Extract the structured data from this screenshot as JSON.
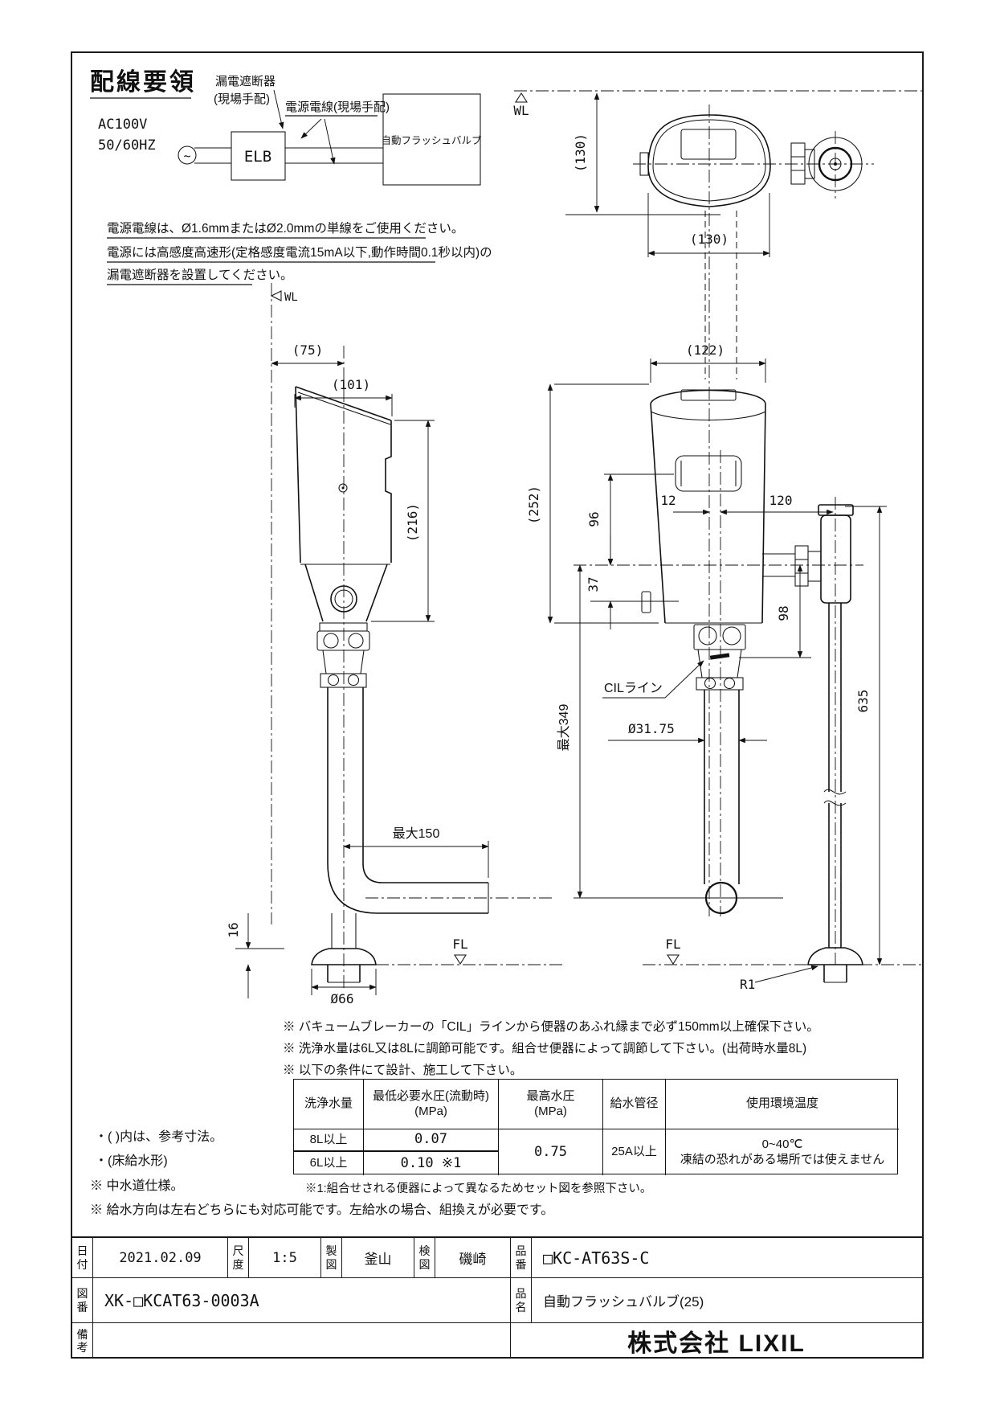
{
  "wiring": {
    "title": "配線要領",
    "breaker_label1": "漏電遮断器",
    "breaker_label2": "(現場手配)",
    "cable_label": "電源電線(現場手配)",
    "source1": "AC100V",
    "source2": "50/60HZ",
    "source_sym": "~",
    "elb": "ELB",
    "valve_box": "自動フラッシュバルブ",
    "note1": "電源電線は、Ø1.6mmまたはØ2.0mmの単線をご使用ください。",
    "note2": "電源には高感度高速形(定格感度電流15mA以下,動作時間0.1秒以内)の",
    "note3": "漏電遮断器を設置してください。"
  },
  "views": {
    "top": {
      "wl": "WL",
      "h130": "(130)",
      "w130": "(130)"
    },
    "side": {
      "wl": "WL",
      "d75": "(75)",
      "d101": "(101)",
      "d216": "(216)",
      "max150": "最大150",
      "d16": "16",
      "d66": "Ø66",
      "fl": "FL"
    },
    "front": {
      "d122": "(122)",
      "d252": "(252)",
      "d96": "96",
      "d12": "12",
      "d120": "120",
      "d37": "37",
      "d98": "98",
      "cil": "CILライン",
      "d3175": "Ø31.75",
      "max349": "最大349",
      "d635": "635",
      "r1": "R1",
      "fl": "FL"
    }
  },
  "notes": {
    "n1": "※ バキュームブレーカーの「CIL」ラインから便器のあふれ縁まで必ず150mm以上確保下さい。",
    "n2": "※ 洗浄水量は6L又は8Lに調節可能です。組合せ便器によって調節して下さい。(出荷時水量8L)",
    "n3": "※ 以下の条件にて設計、施工して下さい。"
  },
  "spec_table": {
    "headers": {
      "c1": "洗浄水量",
      "c2a": "最低必要水圧(流動時)",
      "c2b": "(MPa)",
      "c3a": "最高水圧",
      "c3b": "(MPa)",
      "c4": "給水管径",
      "c5": "使用環境温度"
    },
    "rows": [
      {
        "volume": "8L以上",
        "pressure": "0.07"
      },
      {
        "volume": "6L以上",
        "pressure": "0.10 ※1"
      }
    ],
    "max_pressure": "0.75",
    "pipe_dia": "25A以上",
    "temp1": "0~40℃",
    "temp2": "凍結の恐れがある場所では使えません",
    "footnote": "※1:組合せされる便器によって異なるためセット図を参照下さい。"
  },
  "side_notes": {
    "s1": "・(  )内は、参考寸法。",
    "s2": "・(床給水形)",
    "s3": "※ 中水道仕様。",
    "s4": "※ 給水方向は左右どちらにも対応可能です。左給水の場合、組換えが必要です。"
  },
  "title_block": {
    "date_label": "日付",
    "date": "2021.02.09",
    "scale_label": "尺度",
    "scale": "1:5",
    "drafter_label": "製図",
    "drafter": "釜山",
    "checker_label": "検図",
    "checker": "磯崎",
    "part_no_label": "品番",
    "part_no": "□KC-AT63S-C",
    "dwg_no_label": "図番",
    "dwg_no": "XK-□KCAT63-0003A",
    "name_label": "品名",
    "name": "自動フラッシュバルブ(25)",
    "remarks_label": "備考",
    "remarks": "",
    "company": "株式会社 LIXIL"
  }
}
